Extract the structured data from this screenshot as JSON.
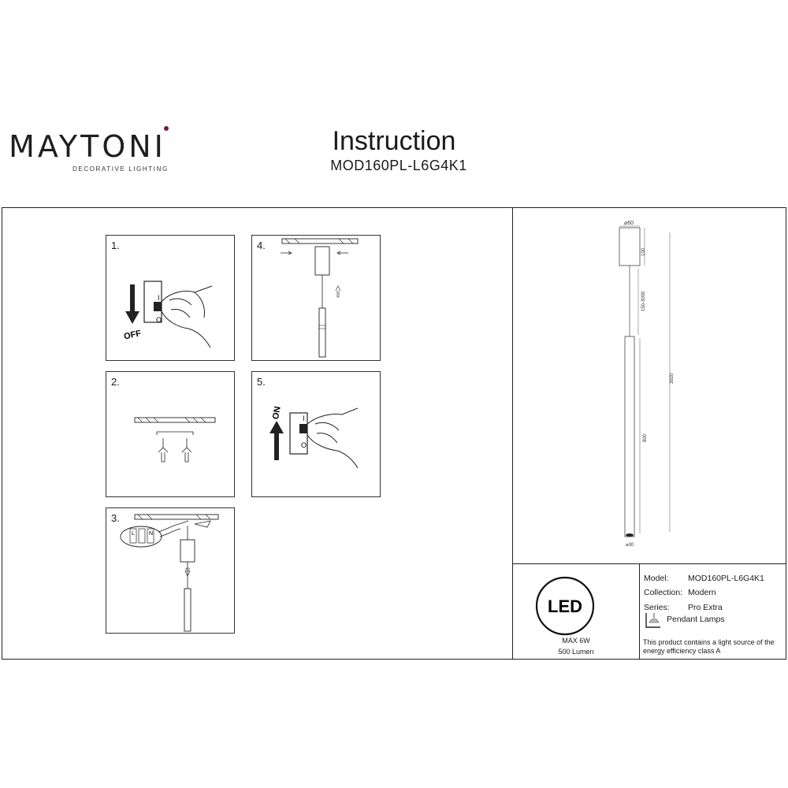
{
  "header": {
    "brand": "MAYTONI",
    "tagline": "DECORATIVE LIGHTING",
    "title": "Instruction",
    "model_code": "MOD160PL-L6G4K1"
  },
  "steps": [
    {
      "number": "1.",
      "label": "OFF"
    },
    {
      "number": "2."
    },
    {
      "number": "3.",
      "terminals": [
        "L",
        "N"
      ]
    },
    {
      "number": "4."
    },
    {
      "number": "5.",
      "label": "ON"
    }
  ],
  "switch": {
    "on_mark": "I",
    "off_mark": "O"
  },
  "dimensions": {
    "canopy_diameter": "⌀60",
    "canopy_height": "100",
    "cable_length": "150-3000",
    "total_height": "3920",
    "tube_length": "800",
    "tube_diameter": "⌀30"
  },
  "spec": {
    "led_icon": "LED",
    "power": "MAX 6W",
    "lumen": "500 Lumen",
    "model_label": "Model:",
    "model_value": "MOD160PL-L6G4K1",
    "collection_label": "Collection:",
    "collection_value": "Modern",
    "series_label": "Series:",
    "series_value": "Pro Extra",
    "type_value": "Pendant Lamps",
    "energy_text_1": "This product contains a light source of the",
    "energy_text_2": "energy efficiency class A"
  }
}
